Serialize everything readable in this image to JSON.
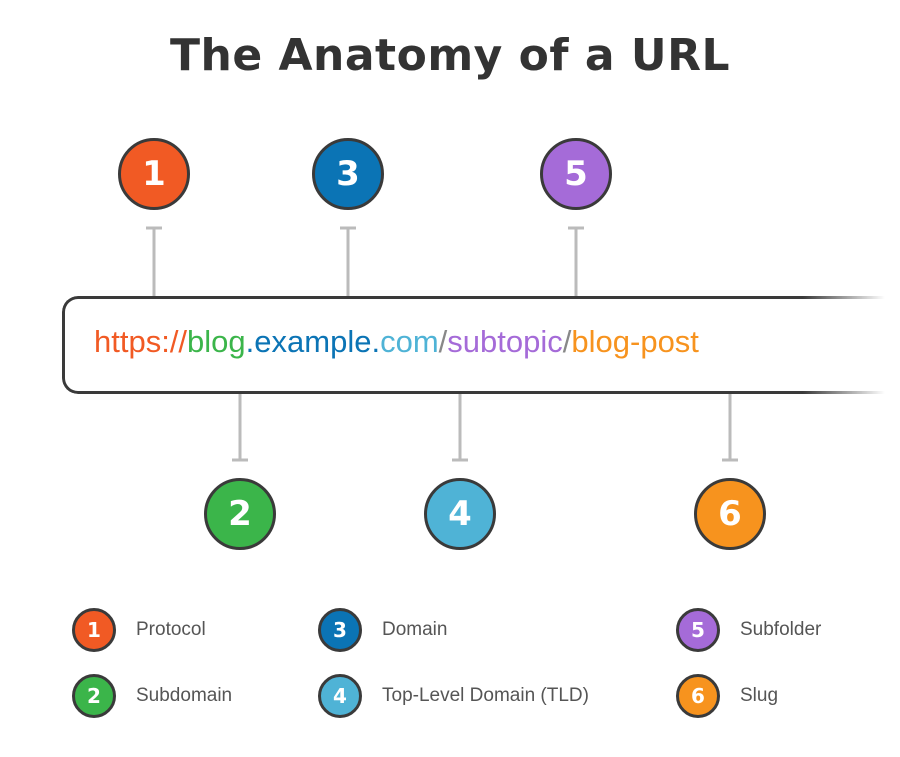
{
  "title": "The Anatomy of a URL",
  "url_parts": [
    {
      "text": "https://",
      "color": "#f15a24"
    },
    {
      "text": "blog",
      "color": "#3bb54a"
    },
    {
      "text": ".",
      "color": "#0b74b5"
    },
    {
      "text": "example",
      "color": "#0b74b5"
    },
    {
      "text": ".",
      "color": "#0b74b5"
    },
    {
      "text": "com",
      "color": "#4fb3d6"
    },
    {
      "text": "/",
      "color": "#888888"
    },
    {
      "text": "subtopic",
      "color": "#a56bd8"
    },
    {
      "text": "/",
      "color": "#888888"
    },
    {
      "text": "blog-post",
      "color": "#f7931e"
    }
  ],
  "markers": [
    {
      "num": "1",
      "color": "#f15a24"
    },
    {
      "num": "2",
      "color": "#3bb54a"
    },
    {
      "num": "3",
      "color": "#0b74b5"
    },
    {
      "num": "4",
      "color": "#4fb3d6"
    },
    {
      "num": "5",
      "color": "#a56bd8"
    },
    {
      "num": "6",
      "color": "#f7931e"
    }
  ],
  "legend": [
    {
      "num": "1",
      "label": "Protocol",
      "color": "#f15a24"
    },
    {
      "num": "3",
      "label": "Domain",
      "color": "#0b74b5"
    },
    {
      "num": "5",
      "label": "Subfolder",
      "color": "#a56bd8"
    },
    {
      "num": "2",
      "label": "Subdomain",
      "color": "#3bb54a"
    },
    {
      "num": "4",
      "label": "Top-Level Domain (TLD)",
      "color": "#4fb3d6"
    },
    {
      "num": "6",
      "label": "Slug",
      "color": "#f7931e"
    }
  ],
  "connector_color": "#bbbbbb"
}
